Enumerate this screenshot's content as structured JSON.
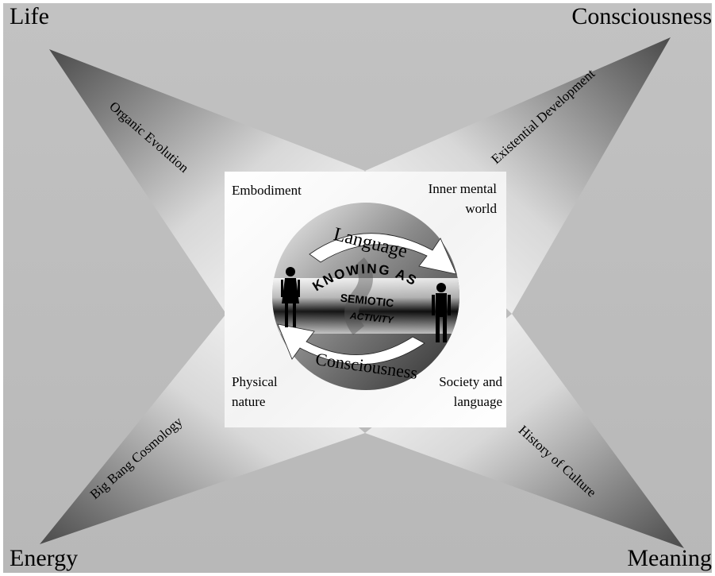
{
  "corners": {
    "top_left": "Life",
    "top_right": "Consciousness",
    "bottom_left": "Energy",
    "bottom_right": "Meaning"
  },
  "arms": {
    "top_left": "Organic Evolution",
    "top_right": "Existential Development",
    "bottom_left": "Big Bang Cosmology",
    "bottom_right": "History of Culture"
  },
  "quadrants": {
    "top_left": "Embodiment",
    "top_right_line1": "Inner mental",
    "top_right_line2": "world",
    "bottom_left_line1": "Physical",
    "bottom_left_line2": "nature",
    "bottom_right_line1": "Society and",
    "bottom_right_line2": "language"
  },
  "center": {
    "top_word": "Language",
    "bottom_word": "Consciousness",
    "curved_text": "KNOWING AS",
    "line2": "SEMIOTIC",
    "line3": "ACTIVITY"
  }
}
